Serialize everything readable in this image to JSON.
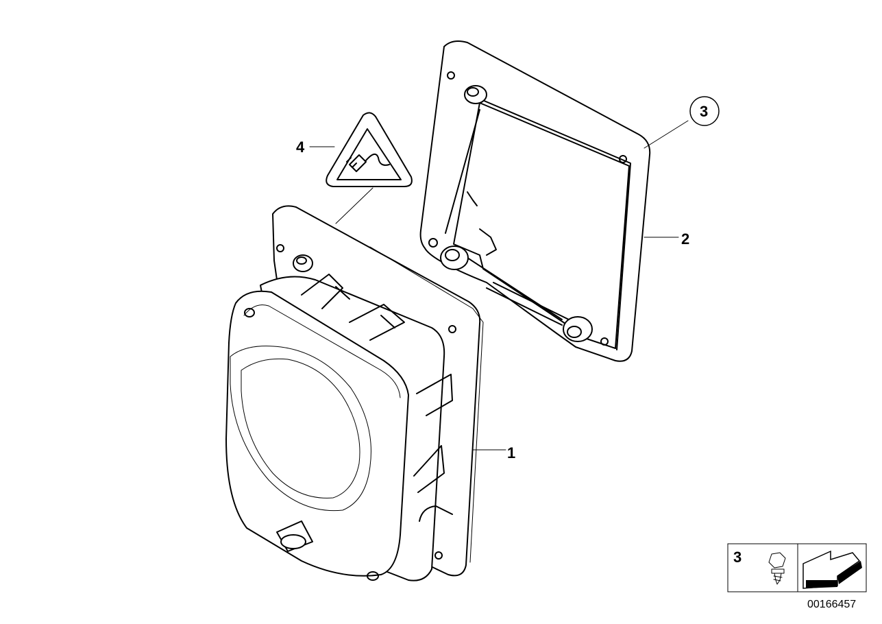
{
  "callouts": {
    "part1": "1",
    "part2": "2",
    "part3": "3",
    "part4": "4"
  },
  "legend": {
    "item_number": "3"
  },
  "drawing_number": "00166457",
  "icons": {
    "warning_label": "warning-triangle-plug-icon",
    "screw": "screw-icon",
    "direction": "arrow-icon"
  }
}
